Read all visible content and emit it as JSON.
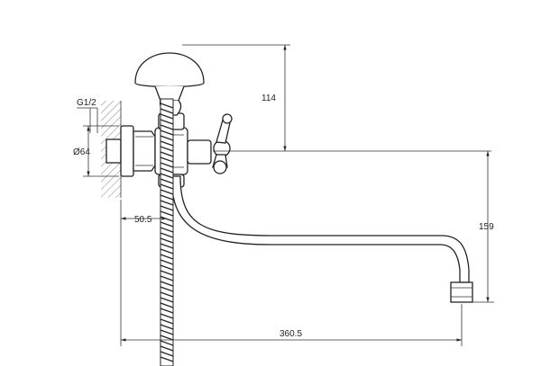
{
  "drawing": {
    "dimensions": {
      "thread": "G1/2",
      "flange_diameter": "Ø64",
      "height_above_axis": "114",
      "wall_offset": "50.5",
      "spout_drop": "159",
      "total_length": "360.5"
    }
  }
}
